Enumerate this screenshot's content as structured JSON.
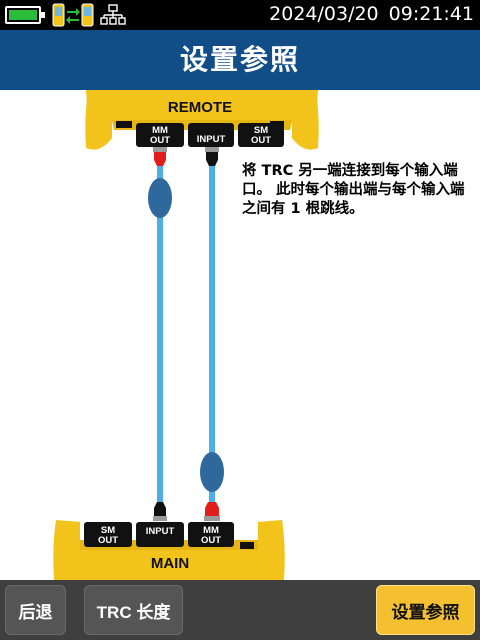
{
  "status": {
    "date": "2024/03/20",
    "time": "09:21:41",
    "battery_icon": "battery-full-icon",
    "link_icon": "remote-link-icon",
    "network_icon": "network-icon",
    "battery_color": "#2bbd3a"
  },
  "header": {
    "title": "设置参照",
    "color": "#114e87"
  },
  "diagram": {
    "remote": {
      "label": "REMOTE",
      "ports": [
        "MM\nOUT",
        "INPUT",
        "SM\nOUT"
      ]
    },
    "main": {
      "label": "MAIN",
      "ports": [
        "SM\nOUT",
        "INPUT",
        "MM\nOUT"
      ]
    },
    "instruction": "将 TRC 另一端连接到每个输入端口。 此时每个输出端与每个输入端之间有 1 根跳线。",
    "colors": {
      "unit": "#f2c31a",
      "cable": "#4eaee6",
      "connector": "#e11d1d",
      "coupler": "#2f689c"
    }
  },
  "toolbar": {
    "back_label": "后退",
    "trc_length_label": "TRC 长度",
    "set_reference_label": "设置参照"
  }
}
